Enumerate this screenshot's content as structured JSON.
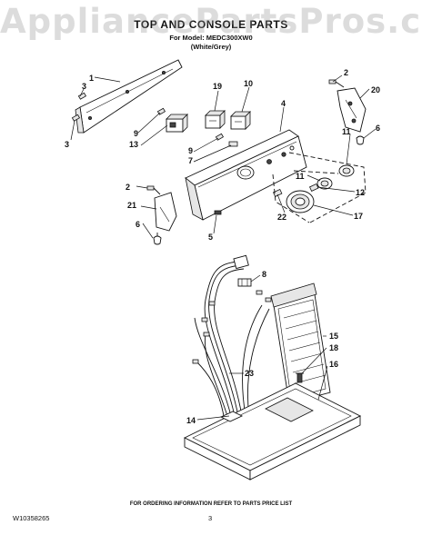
{
  "watermark": "AppliancePartsPros.com",
  "header": {
    "title": "TOP AND CONSOLE PARTS",
    "model_line": "For Model: MEDC300XW0",
    "color_line": "(White/Grey)"
  },
  "footer": {
    "ordering_note": "FOR ORDERING INFORMATION REFER TO PARTS PRICE LIST",
    "doc_number": "W10358265",
    "page_number": "3"
  },
  "callouts": [
    "1",
    "3",
    "3",
    "2",
    "20",
    "6",
    "19",
    "10",
    "4",
    "9",
    "13",
    "9",
    "7",
    "11",
    "11",
    "12",
    "2",
    "21",
    "6",
    "5",
    "22",
    "17",
    "8",
    "15",
    "18",
    "16",
    "23",
    "14"
  ]
}
